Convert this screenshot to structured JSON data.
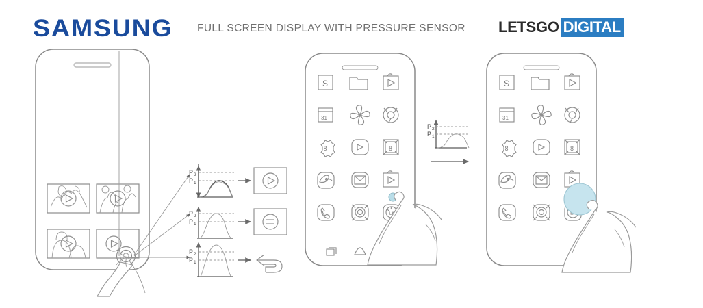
{
  "header": {
    "brand": "SAMSUNG",
    "title": "FULL SCREEN DISPLAY WITH PRESSURE SENSOR",
    "watermark_left": "LETSGO",
    "watermark_right": "DIGITAL",
    "brand_color": "#1a4b9c",
    "watermark_accent": "#2b7dc2",
    "title_color": "#6f6f6f"
  },
  "figure": {
    "kind": "patent-illustration",
    "line_color": "#8c8c8c",
    "touch_highlight_color": "#c6e4ee",
    "panels": [
      {
        "id": "panel-left",
        "name": "video-gallery-phone"
      },
      {
        "id": "panel-graphs",
        "name": "pressure-threshold-graphs"
      },
      {
        "id": "panel-middle",
        "name": "app-grid-phone-light-touch"
      },
      {
        "id": "panel-right",
        "name": "app-grid-phone-pressure-touch"
      }
    ]
  },
  "left_phone": {
    "name": "video-gallery-phone",
    "speaker": "earpiece-slot",
    "thumbnails": [
      {
        "index": 1,
        "label": "video-thumbnail-1",
        "has_play": true,
        "has_image": true
      },
      {
        "index": 2,
        "label": "video-thumbnail-2",
        "has_play": true,
        "has_image": true
      },
      {
        "index": 3,
        "label": "video-thumbnail-3",
        "has_play": true,
        "has_image": true
      },
      {
        "index": 4,
        "label": "video-thumbnail-4",
        "has_play": true,
        "has_image": false
      }
    ],
    "touch_point": "finger-press-on-thumbnail-4"
  },
  "graphs": [
    {
      "id": "graph-1",
      "y_labels": [
        "P2",
        "P1"
      ],
      "curve_level": "below-P1",
      "curve_peak_fraction": 0.55,
      "result_icon": "play-button-box",
      "result_label": "play"
    },
    {
      "id": "graph-2",
      "y_labels": [
        "P2",
        "P1"
      ],
      "curve_level": "between-P1-and-P2",
      "curve_peak_fraction": 0.82,
      "result_icon": "pause-menu-box",
      "result_label": "options"
    },
    {
      "id": "graph-3",
      "y_labels": [
        "P2",
        "P1"
      ],
      "curve_level": "above-P2",
      "curve_peak_fraction": 1.15,
      "result_icon": "back-arrow",
      "result_label": "back"
    }
  ],
  "graph_small": {
    "id": "graph-transition",
    "y_labels": [
      "P2",
      "P1"
    ],
    "curve_level": "below-P1",
    "curve_peak_fraction": 0.55,
    "transition_arrow": "right-arrow"
  },
  "app_grid": {
    "columns": 3,
    "rows": 5,
    "icons": [
      {
        "row": 1,
        "col": 1,
        "name": "samsung-s-icon",
        "glyph": "S"
      },
      {
        "row": 1,
        "col": 2,
        "name": "folder-icon",
        "glyph": ""
      },
      {
        "row": 1,
        "col": 3,
        "name": "play-store-icon",
        "glyph": ""
      },
      {
        "row": 2,
        "col": 1,
        "name": "calendar-icon",
        "glyph": "31"
      },
      {
        "row": 2,
        "col": 2,
        "name": "pinwheel-icon",
        "glyph": ""
      },
      {
        "row": 2,
        "col": 3,
        "name": "chrome-icon",
        "glyph": ""
      },
      {
        "row": 3,
        "col": 1,
        "name": "settings-gear-icon",
        "glyph": "8"
      },
      {
        "row": 3,
        "col": 2,
        "name": "video-player-icon",
        "glyph": ""
      },
      {
        "row": 3,
        "col": 3,
        "name": "photos-frame-icon",
        "glyph": "8"
      },
      {
        "row": 4,
        "col": 1,
        "name": "gallery-flower-icon",
        "glyph": ""
      },
      {
        "row": 4,
        "col": 2,
        "name": "mail-icon",
        "glyph": ""
      },
      {
        "row": 4,
        "col": 3,
        "name": "play-store-icon",
        "glyph": ""
      },
      {
        "row": 5,
        "col": 1,
        "name": "phone-icon",
        "glyph": ""
      },
      {
        "row": 5,
        "col": 2,
        "name": "camera-icon",
        "glyph": ""
      },
      {
        "row": 5,
        "col": 3,
        "name": "browser-globe-icon",
        "glyph": ""
      }
    ],
    "nav_bar": [
      {
        "name": "recents-nav-icon"
      },
      {
        "name": "home-nav-icon"
      },
      {
        "name": "back-nav-icon"
      }
    ]
  },
  "middle_phone": {
    "name": "app-grid-phone-light-touch",
    "indicator": "small-touch-dot",
    "hand": "right-hand-index-finger-pointing"
  },
  "right_phone": {
    "name": "app-grid-phone-pressure-touch",
    "indicator": "large-pressure-circle",
    "hand": "right-hand-index-finger-pointing"
  }
}
